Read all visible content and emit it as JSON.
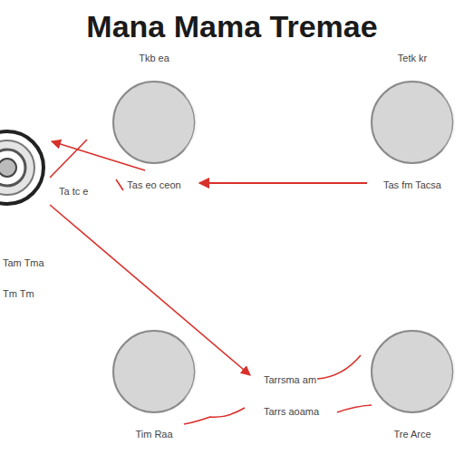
{
  "diagram": {
    "title": "Mana Mama Tremae",
    "nodes": [
      {
        "text": [
          "Tkb ea",
          "Tas eo ceon"
        ]
      },
      {
        "text": [
          "Tetk kr",
          "Tas fm Tacsa"
        ]
      },
      {
        "text": [
          "Tim Raa"
        ]
      },
      {
        "text": [
          "Tre Arce"
        ]
      }
    ],
    "edges": [
      {
        "from": 1,
        "to": 0,
        "arrow": "to"
      }
    ],
    "labels": [
      "Ta tc e",
      "Tam Tma",
      "Tm Tm",
      "Tarrsma am",
      "Tarrs aoama"
    ]
  }
}
